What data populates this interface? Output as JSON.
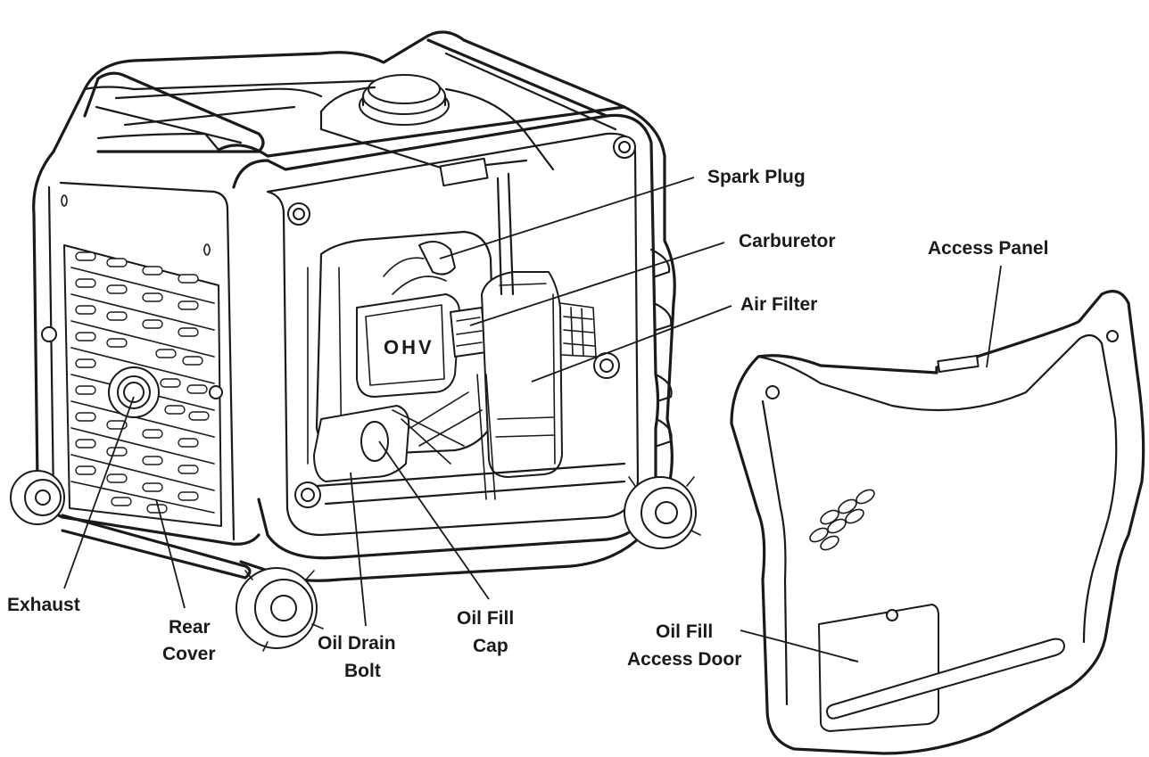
{
  "diagram": {
    "labels": {
      "spark_plug": "Spark Plug",
      "carburetor": "Carburetor",
      "access_panel": "Access Panel",
      "air_filter": "Air Filter",
      "exhaust": "Exhaust",
      "rear_cover": [
        "Rear",
        "Cover"
      ],
      "oil_drain_bolt": [
        "Oil Drain",
        "Bolt"
      ],
      "oil_fill_cap": [
        "Oil Fill",
        "Cap"
      ],
      "oil_fill_access_door": [
        "Oil Fill",
        "Access Door"
      ]
    },
    "engine_badge": "OHV"
  }
}
